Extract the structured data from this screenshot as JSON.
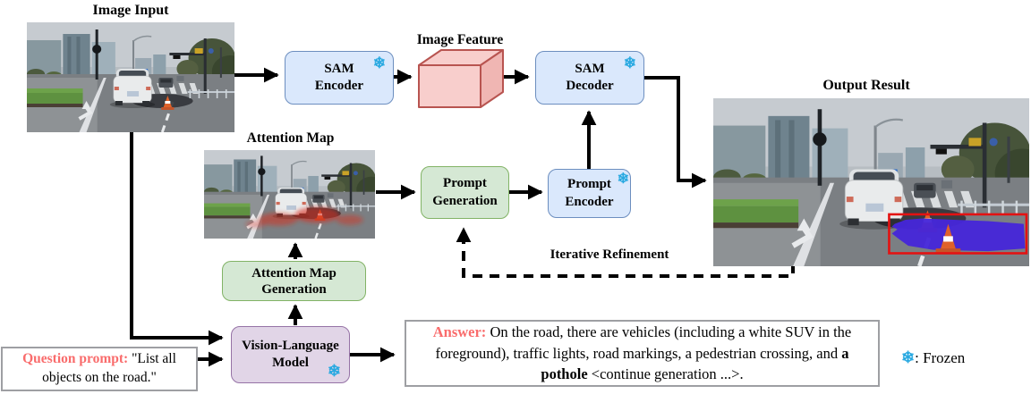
{
  "figure": {
    "labels": {
      "image_input": "Image Input",
      "image_feature": "Image Feature",
      "attention_map": "Attention Map",
      "output_result": "Output Result",
      "iterative_refinement": "Iterative Refinement"
    },
    "boxes": {
      "sam_encoder": {
        "line1": "SAM",
        "line2": "Encoder"
      },
      "sam_decoder": {
        "line1": "SAM",
        "line2": "Decoder"
      },
      "prompt_generation": {
        "line1": "Prompt",
        "line2": "Generation"
      },
      "prompt_encoder": {
        "line1": "Prompt",
        "line2": "Encoder"
      },
      "attention_map_generation": {
        "line1": "Attention Map",
        "line2": "Generation"
      },
      "vision_language_model": {
        "line1": "Vision-Language",
        "line2": "Model"
      }
    },
    "question": {
      "prefix": "Question prompt:",
      "text": " \"List all objects on the road.\""
    },
    "answer": {
      "prefix": "Answer:",
      "text_1": " On the road, there are vehicles (including a white SUV in the foreground), traffic lights, road markings, a pedestrian crossing, and ",
      "bold": "a pothole",
      "text_2": " <continue generation ...>."
    },
    "legend": {
      "snowflake": "❄",
      "label": ": Frozen"
    },
    "icons": {
      "snowflake": "❄"
    },
    "colors": {
      "frozen_snowflake": "#29a9e1",
      "accent_red_text": "#f96c6c",
      "box_blue_fill": "#dae8fc",
      "box_blue_border": "#6c8ebf",
      "box_green_fill": "#d5e8d4",
      "box_green_border": "#82b366",
      "box_purple_fill": "#e1d5e7",
      "box_purple_border": "#9673a6",
      "feature_cube_fill": "#f8cecc",
      "feature_cube_border": "#b85450",
      "mask_blue": "#4626d9",
      "bbox_red": "#e31212",
      "arrow_black": "#000000"
    }
  }
}
